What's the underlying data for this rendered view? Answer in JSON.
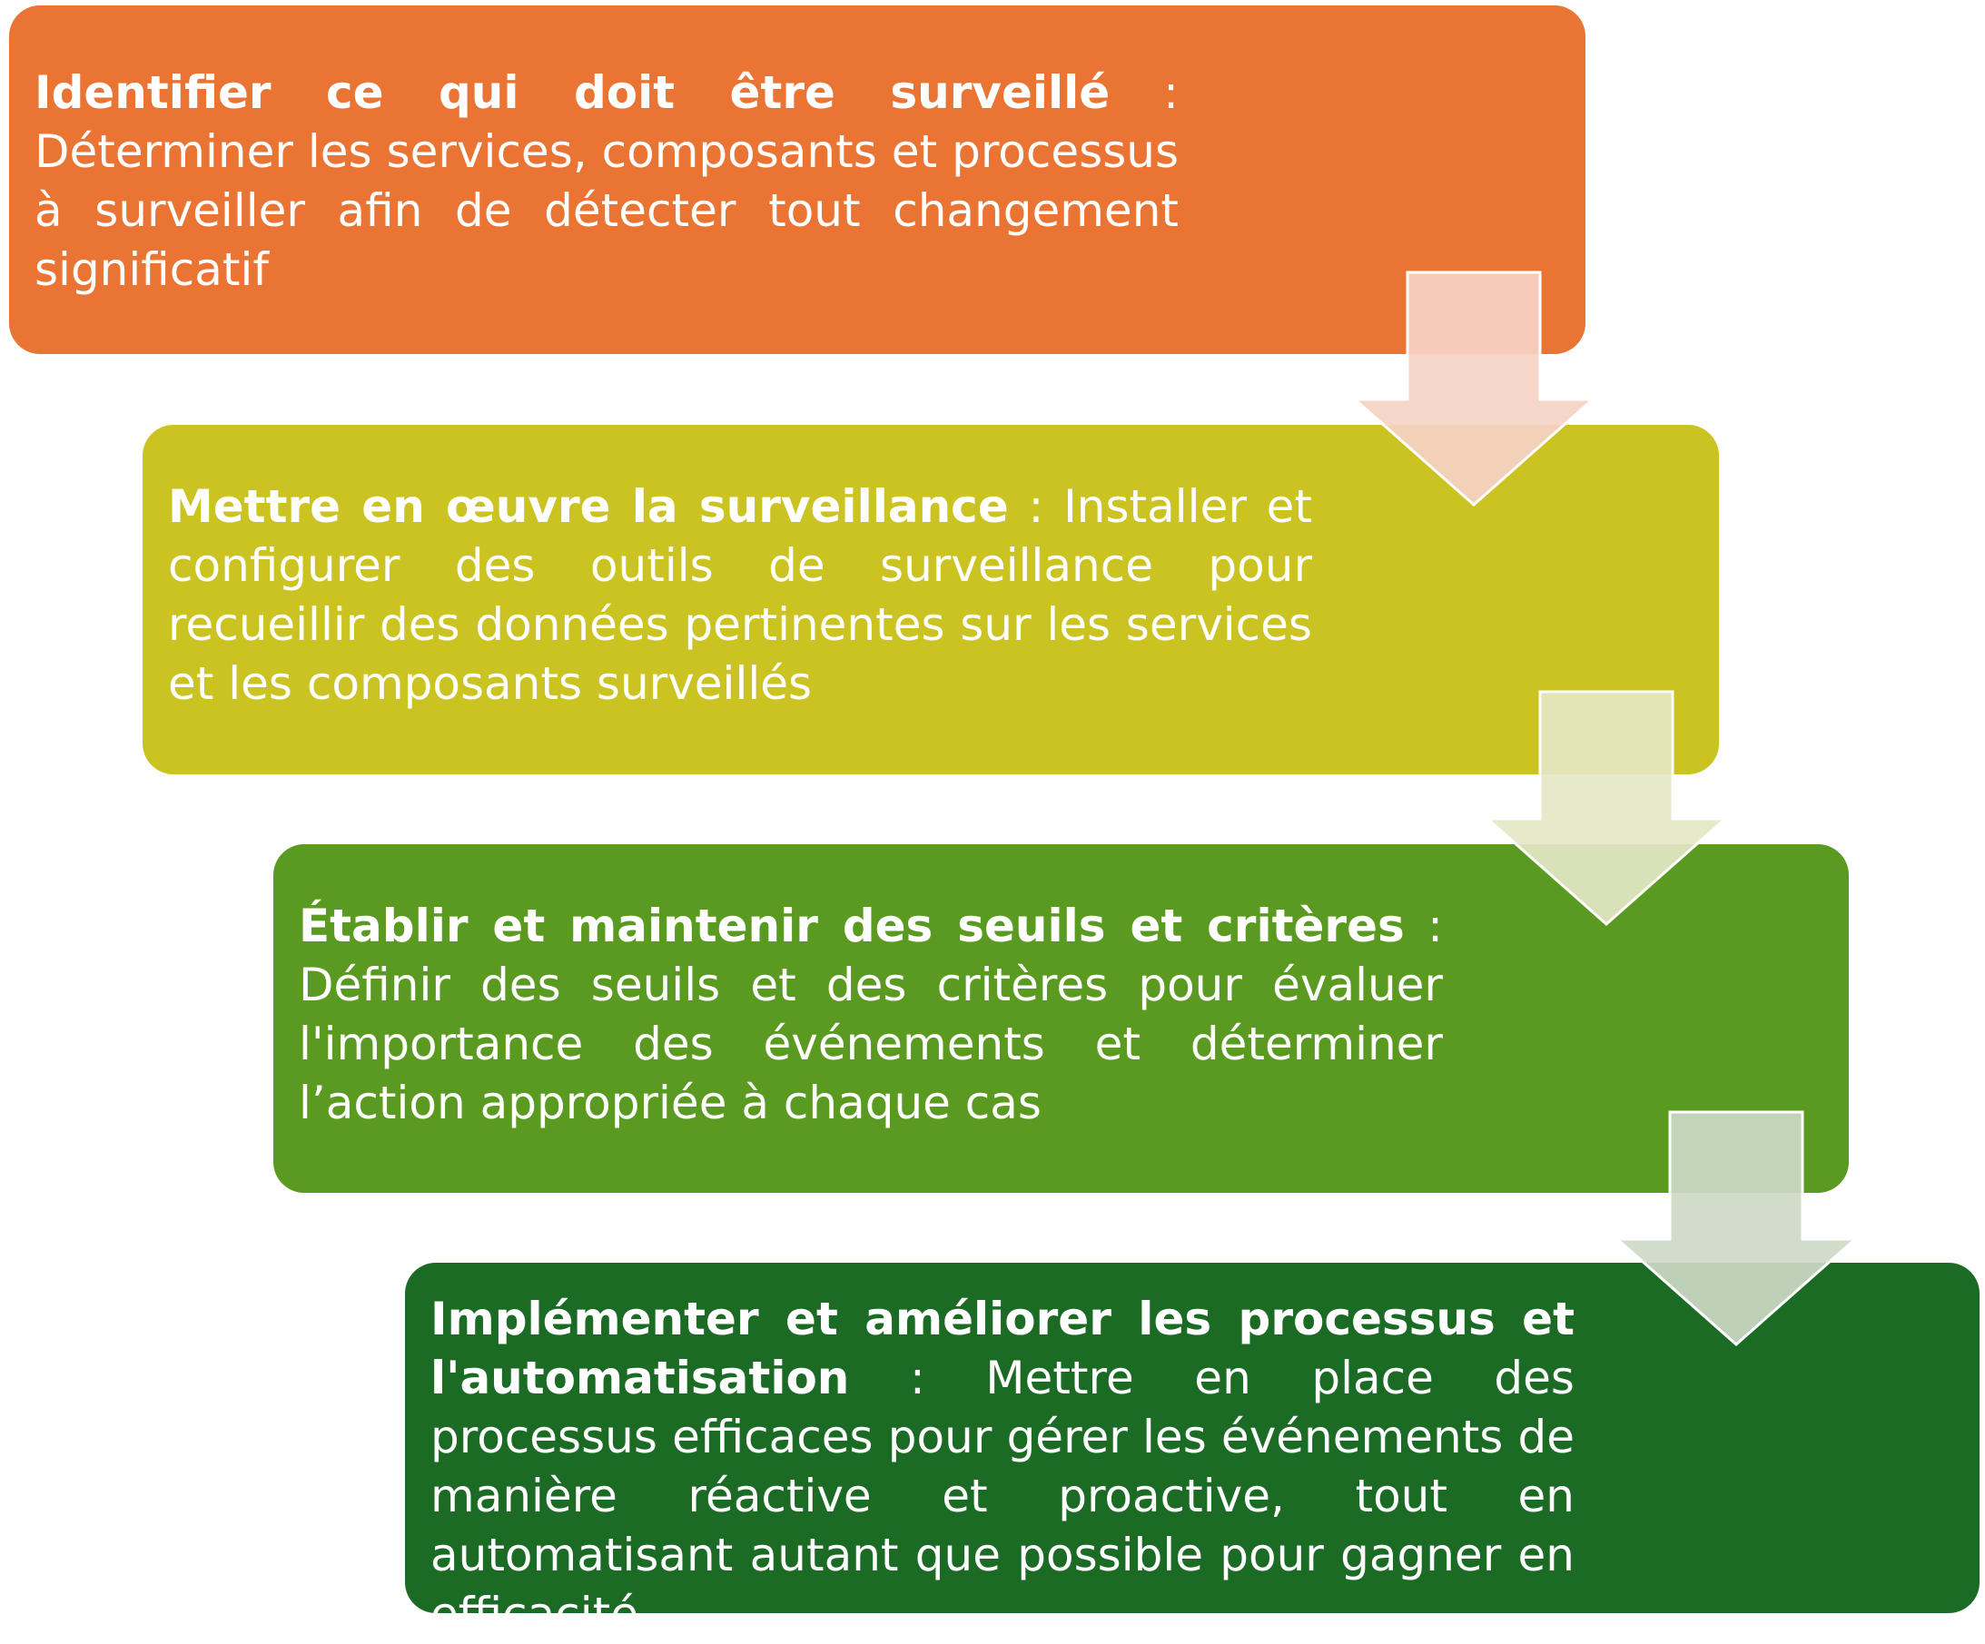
{
  "steps": [
    {
      "title": "Identifier ce qui doit être surveillé",
      "separator": " : ",
      "description": "Déterminer les services, composants et processus à surveiller afin de détecter tout changement significatif",
      "color": "#e97433"
    },
    {
      "title": "Mettre en œuvre la surveillance",
      "separator": " : ",
      "description": "Installer et configurer des outils de surveillance pour recueillir des données pertinentes sur les services et les composants surveillés",
      "color": "#cbc321"
    },
    {
      "title": "Établir et maintenir des seuils et critères",
      "separator": " : ",
      "description": "Définir des seuils et des critères pour évaluer l'importance des événements et déterminer l’action appropriée à chaque cas",
      "color": "#5a9a20"
    },
    {
      "title": "Implémenter et améliorer les processus et l'automatisation",
      "separator": " : ",
      "description": "Mettre en place des processus efficaces pour gérer les événements de manière réactive et proactive, tout en automatisant autant que possible pour gagner en efficacité",
      "color": "#1b6b25"
    }
  ],
  "arrows": [
    {
      "icon": "down-arrow-icon",
      "fill": "#f6d3c6"
    },
    {
      "icon": "down-arrow-icon",
      "fill": "#e4e7c6"
    },
    {
      "icon": "down-arrow-icon",
      "fill": "#cdd9c6"
    }
  ]
}
